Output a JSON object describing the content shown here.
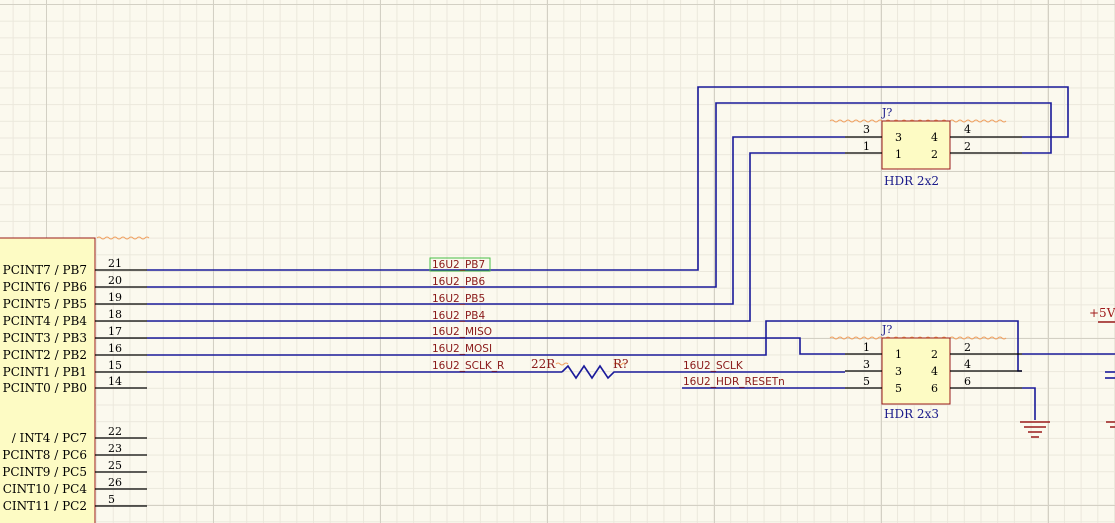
{
  "ic": {
    "pins": [
      {
        "num": "21",
        "name": "PCINT7 / PB7"
      },
      {
        "num": "20",
        "name": "PCINT6 / PB6"
      },
      {
        "num": "19",
        "name": "PCINT5 / PB5"
      },
      {
        "num": "18",
        "name": "PCINT4 / PB4"
      },
      {
        "num": "17",
        "name": "PCINT3 / PB3"
      },
      {
        "num": "16",
        "name": "PCINT2 / PB2"
      },
      {
        "num": "15",
        "name": "PCINT1 / PB1"
      },
      {
        "num": "14",
        "name": "PCINT0 / PB0"
      },
      {
        "num": "22",
        "name": "/ INT4 / PC7"
      },
      {
        "num": "23",
        "name": "PCINT8 / PC6"
      },
      {
        "num": "25",
        "name": "PCINT9 / PC5"
      },
      {
        "num": "26",
        "name": "CINT10 / PC4"
      },
      {
        "num": "5",
        "name": "CINT11 / PC2"
      }
    ]
  },
  "nets": [
    "16U2_PB7",
    "16U2_PB6",
    "16U2_PB5",
    "16U2_PB4",
    "16U2_MISO",
    "16U2_MOSI",
    "16U2_SCLK_R",
    "16U2_SCLK",
    "16U2_HDR_RESETn"
  ],
  "resistor": {
    "value": "22R",
    "designator": "R?"
  },
  "header_2x2": {
    "designator": "J?",
    "comment": "HDR 2x2",
    "inner": [
      "3",
      "4",
      "1",
      "2"
    ],
    "outer": [
      "3",
      "4",
      "1",
      "2"
    ]
  },
  "header_2x3": {
    "designator": "J?",
    "comment": "HDR 2x3",
    "inner": [
      "1",
      "2",
      "3",
      "4",
      "5",
      "6"
    ],
    "outer": [
      "1",
      "2",
      "3",
      "4",
      "5",
      "6"
    ]
  },
  "power": {
    "label": "+5V"
  },
  "colors": {
    "wire": "#1a1a9a",
    "part_body": "#fdfbc4",
    "part_border": "#9a1a1a",
    "net_label": "#8a1a1a",
    "grid": "#d3d0c4"
  }
}
